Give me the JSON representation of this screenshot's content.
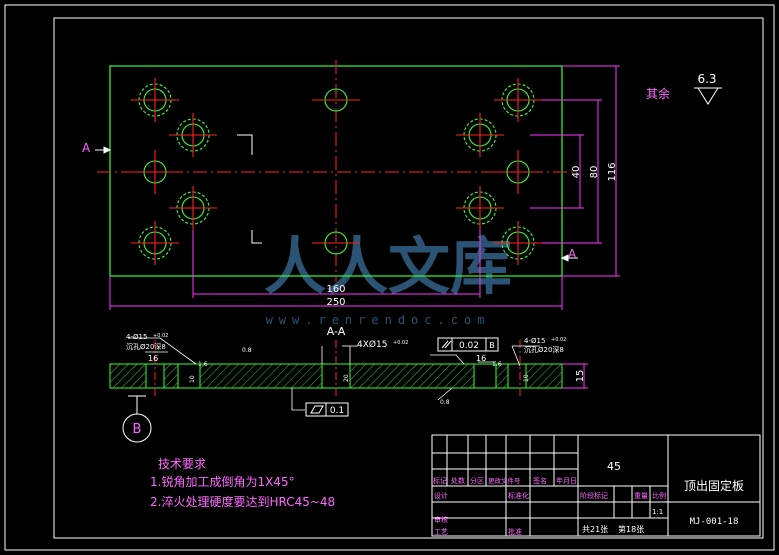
{
  "colors": {
    "background": "#000000",
    "outline": "#ffffff",
    "part": "#33ff33",
    "dimension": "#ff33ff",
    "center": "#ff2222",
    "text": "#ff66ff",
    "watermark": "#3a6f9a"
  },
  "top_view": {
    "section_mark": "A",
    "surface_note": "其余",
    "roughness": "6.3"
  },
  "dims": {
    "d160": "160",
    "d250": "250",
    "d40": "40",
    "d80": "80",
    "d116": "116",
    "d15": "15"
  },
  "section_view": {
    "title": "A-A",
    "hole_left_1": "4-Ø15",
    "hole_left_tol": "+0.02",
    "hole_left_2": "沉孔Ø20深8",
    "hole_right_1": "4-Ø15",
    "hole_right_tol": "+0.02",
    "hole_right_2": "沉孔Ø20深8",
    "chamfer": "4XØ15",
    "chamfer_tol": "+0.02",
    "parallel_val": "0.02",
    "parallel_ref": "B",
    "flatness_val": "0.1",
    "r16_left": "16",
    "r16_right": "16",
    "r08": "0.8",
    "r16_a": "1.6",
    "r16_b": "1.6",
    "d10_a": "10",
    "d10_b": "10",
    "d20": "20",
    "r_bottom": "0.8",
    "datum": "B"
  },
  "notes": {
    "title": "技术要求",
    "line1": "1.锐角加工成倒角为1X45°",
    "line2": "2.淬火处理硬度要达到HRC45~48"
  },
  "title_block": {
    "material": "45",
    "part_name": "顶出固定板",
    "drawing_no": "MJ-001-18",
    "h_mark": "标记",
    "h_count": "处数",
    "h_zone": "分区",
    "h_doc": "更改文件号",
    "h_sign": "签名",
    "h_date": "年月日",
    "h_design": "设计",
    "h_std": "标准化",
    "h_stage": "阶段标记",
    "h_weight": "重量",
    "h_scale": "比例",
    "scale": "1:1",
    "h_review": "审核",
    "h_process": "工艺",
    "h_approve": "批准",
    "sheets_total": "共21张",
    "sheet_no": "第18张"
  },
  "watermark": {
    "main": "人人文库",
    "url": "www.renrendoc.com"
  }
}
